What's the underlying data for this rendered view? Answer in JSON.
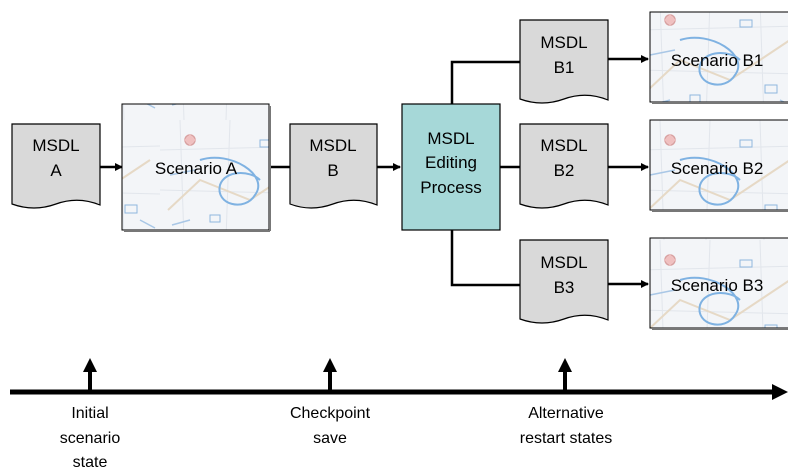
{
  "documents": {
    "msdl_a": {
      "line1": "MSDL",
      "line2": "A"
    },
    "msdl_b": {
      "line1": "MSDL",
      "line2": "B"
    },
    "msdl_b1": {
      "line1": "MSDL",
      "line2": "B1"
    },
    "msdl_b2": {
      "line1": "MSDL",
      "line2": "B2"
    },
    "msdl_b3": {
      "line1": "MSDL",
      "line2": "B3"
    }
  },
  "scenarios": {
    "a": "Scenario A",
    "b1": "Scenario B1",
    "b2": "Scenario B2",
    "b3": "Scenario B3"
  },
  "process": {
    "line1": "MSDL",
    "line2": "Editing",
    "line3": "Process"
  },
  "timeline": {
    "initial": {
      "line1": "Initial",
      "line2": "scenario",
      "line3": "state"
    },
    "checkpoint": {
      "line1": "Checkpoint",
      "line2": "save"
    },
    "alternative": {
      "line1": "Alternative",
      "line2": "restart states"
    }
  },
  "colors": {
    "document_fill": "#d9d9d9",
    "process_fill": "#a6d8d8",
    "map_background": "#eef2f6",
    "map_route": "#6aa6e0",
    "line": "#000000"
  }
}
